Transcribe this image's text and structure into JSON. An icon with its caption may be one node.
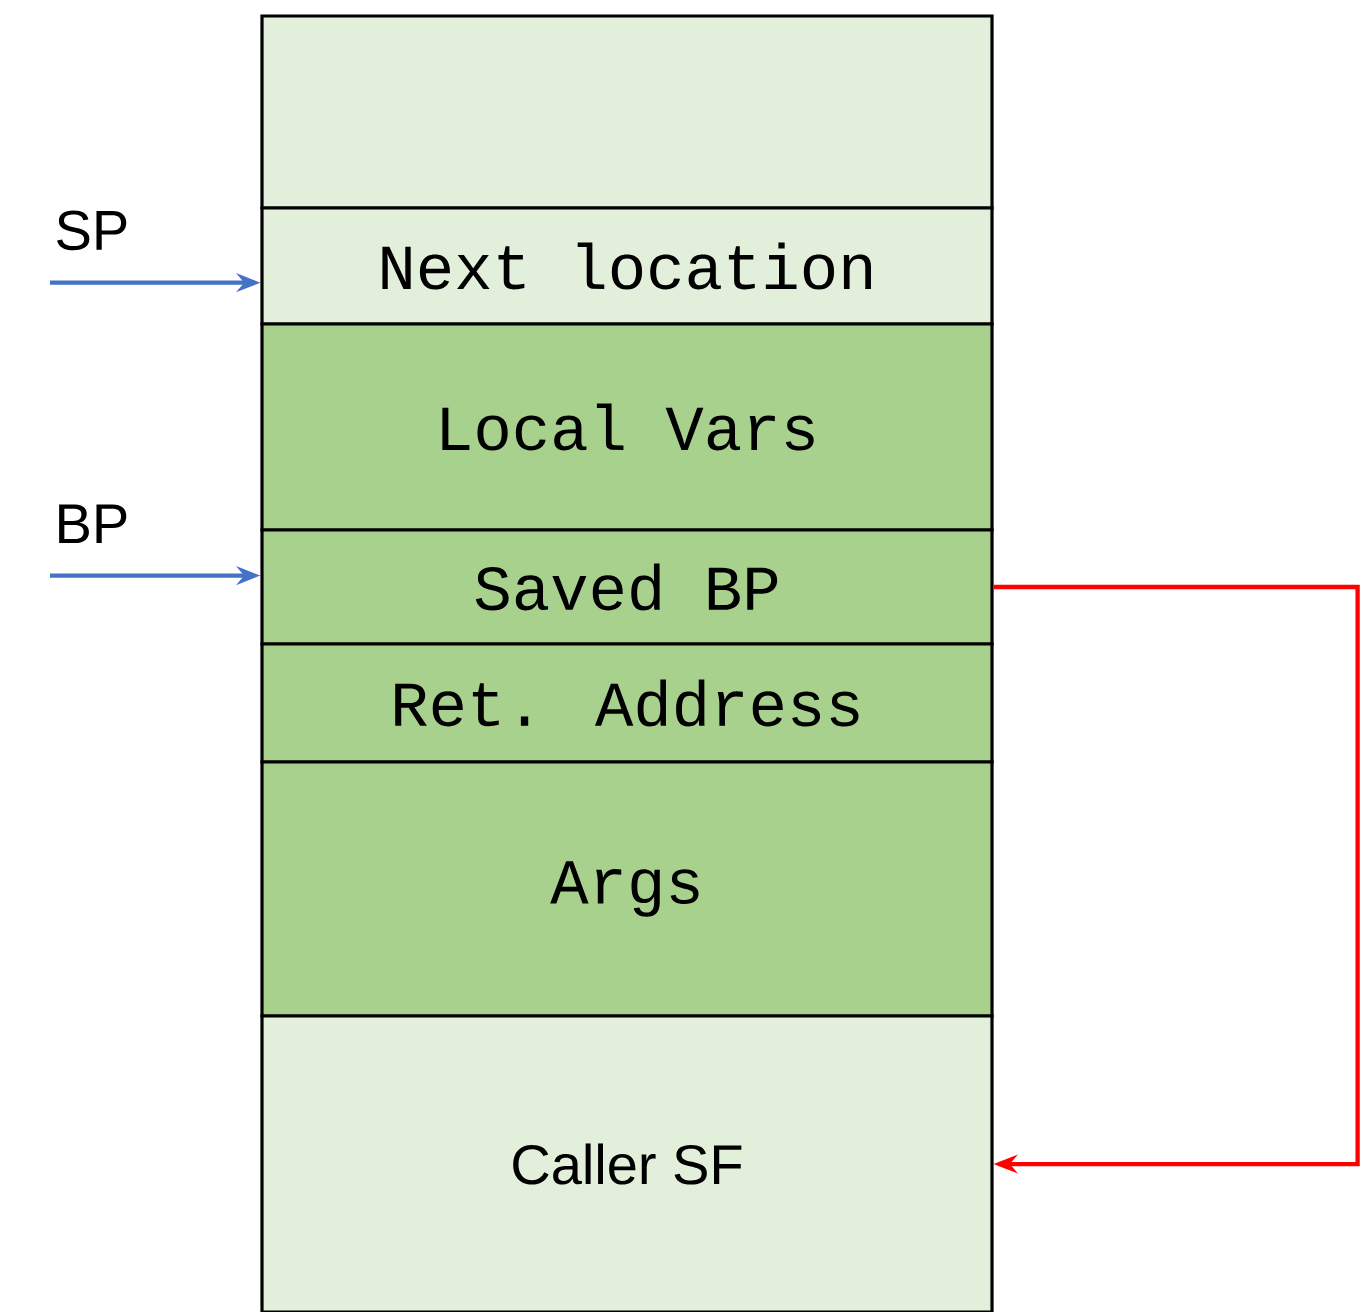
{
  "diagram": {
    "nodes": [
      {
        "text": [],
        "shape": "box"
      },
      {
        "text": [
          "Next location"
        ]
      },
      {
        "text": [
          "Local Vars"
        ]
      },
      {
        "text": [
          "Saved BP"
        ]
      },
      {
        "text": [
          "Ret. Address"
        ]
      },
      {
        "text": [
          "Args"
        ]
      },
      {
        "text": [
          "Caller SF"
        ]
      },
      {
        "text": [
          "SP"
        ]
      },
      {
        "text": [
          "BP"
        ]
      }
    ],
    "edges": [
      {
        "from": 7,
        "to": 1,
        "arrow": "to",
        "color": "#4472c4"
      },
      {
        "from": 8,
        "to": 3,
        "arrow": "to",
        "color": "#4472c4"
      },
      {
        "from": 3,
        "to": 6,
        "arrow": "to",
        "color": "#ff0000"
      }
    ]
  }
}
